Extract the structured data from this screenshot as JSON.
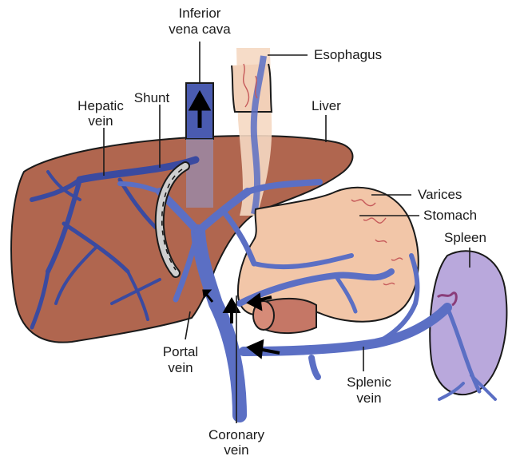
{
  "labels": {
    "ivc_line1": "Inferior",
    "ivc_line2": "vena cava",
    "esophagus": "Esophagus",
    "shunt": "Shunt",
    "hepatic_line1": "Hepatic",
    "hepatic_line2": "vein",
    "liver": "Liver",
    "varices": "Varices",
    "stomach": "Stomach",
    "spleen": "Spleen",
    "portal_line1": "Portal",
    "portal_line2": "vein",
    "splenic_line1": "Splenic",
    "splenic_line2": "vein",
    "coronary_line1": "Coronary",
    "coronary_line2": "vein"
  },
  "colors": {
    "liver": "#b0664f",
    "vein": "#5b6fc4",
    "vein_dark": "#3a4aa0",
    "ivc": "#4a5bb0",
    "stomach": "#f2c6a8",
    "esophagus": "#f5d8c2",
    "spleen": "#b9a8dc",
    "varices": "#c65a5a",
    "shunt": "#cfcfcf",
    "outline": "#1a1a1a"
  }
}
